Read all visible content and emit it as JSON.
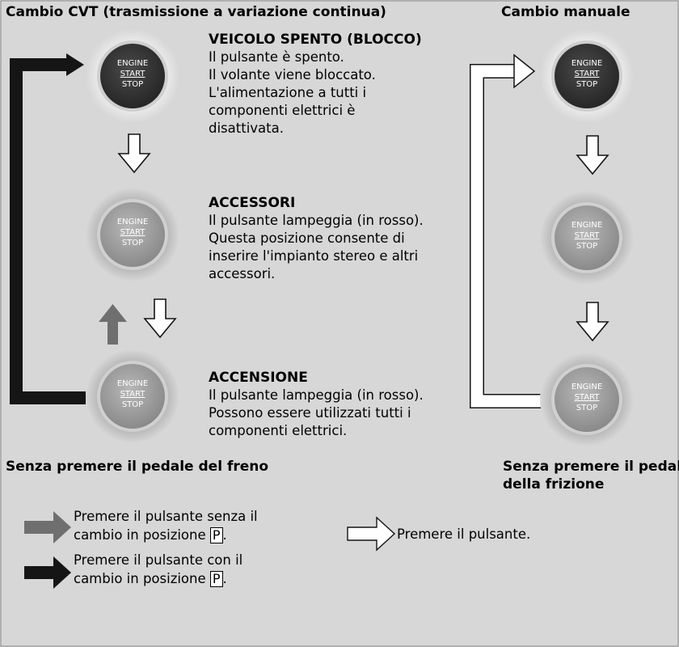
{
  "titles": {
    "cvt": "Cambio CVT (trasmissione a variazione continua)",
    "manual": "Cambio manuale"
  },
  "button_text": {
    "line1": "ENGINE",
    "line2": "START",
    "line3": "STOP"
  },
  "states": {
    "off": {
      "heading": "VEICOLO SPENTO (BLOCCO)",
      "lines": [
        "Il pulsante è spento.",
        "Il volante viene bloccato.",
        "L'alimentazione a tutti i",
        "componenti elettrici è",
        "disattivata."
      ]
    },
    "accessory": {
      "heading": "ACCESSORI",
      "lines": [
        "Il pulsante lampeggia (in rosso).",
        "Questa posizione consente di",
        "inserire l'impianto stereo e altri",
        "accessori."
      ]
    },
    "on": {
      "heading": "ACCENSIONE",
      "lines": [
        "Il pulsante lampeggia (in rosso).",
        "Possono essere utilizzati tutti i",
        "componenti elettrici."
      ]
    }
  },
  "notes": {
    "cvt_condition": "Senza premere il pedale del freno",
    "manual_condition_1": "Senza premere il pedale",
    "manual_condition_2": "della frizione"
  },
  "legend": {
    "gray": {
      "line1": "Premere il pulsante senza il",
      "line2": "cambio in posizione",
      "box": "P",
      "end": "."
    },
    "white": {
      "text": "Premere il pulsante."
    },
    "black": {
      "line1": "Premere il pulsante con il",
      "line2": "cambio in posizione",
      "box": "P",
      "end": "."
    }
  },
  "colors": {
    "background": "#d7d7d7",
    "button_off": "#2f2f2f",
    "button_on": "#9a9a9a",
    "arrow_gray": "#6f6f6f",
    "arrow_black": "#151515"
  }
}
